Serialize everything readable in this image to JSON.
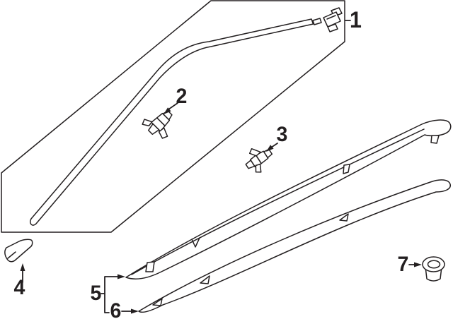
{
  "colors": {
    "background": "#ffffff",
    "line": "#231f20"
  },
  "callouts": {
    "c1": "1",
    "c2": "2",
    "c3": "3",
    "c4": "4",
    "c5": "5",
    "c6": "6",
    "c7": "7"
  }
}
